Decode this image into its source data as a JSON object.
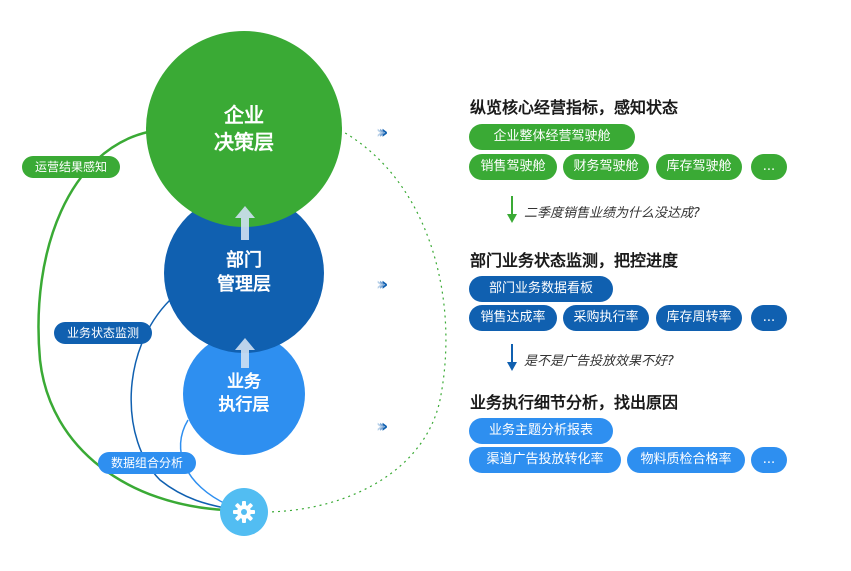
{
  "layers": {
    "top": {
      "line1": "企业",
      "line2": "决策层"
    },
    "mid": {
      "line1": "部门",
      "line2": "管理层"
    },
    "bot": {
      "line1": "业务",
      "line2": "执行层"
    }
  },
  "side_tags": {
    "top": "运营结果感知",
    "mid": "业务状态监测",
    "bot": "数据组合分析"
  },
  "sections": [
    {
      "heading": "纵览核心经营指标，感知状态",
      "primary": "企业整体经营驾驶舱",
      "items": [
        "销售驾驶舱",
        "财务驾驶舱",
        "库存驾驶舱",
        "..."
      ],
      "color": "#3aaa35"
    },
    {
      "heading": "部门业务状态监测，把控进度",
      "primary": "部门业务数据看板",
      "items": [
        "销售达成率",
        "采购执行率",
        "库存周转率",
        "..."
      ],
      "color": "#1060b0"
    },
    {
      "heading": "业务执行细节分析，找出原因",
      "primary": "业务主题分析报表",
      "items": [
        "渠道广告投放转化率",
        "物料质检合格率",
        "..."
      ],
      "color": "#2e8ff0"
    }
  ],
  "questions": [
    "二季度销售业绩为什么没达成?",
    "是不是广告投放效果不好?"
  ],
  "arrows": "›››",
  "icons": {
    "gear": "gear-icon",
    "up": "up-arrow-icon",
    "down": "down-arrow-icon"
  }
}
